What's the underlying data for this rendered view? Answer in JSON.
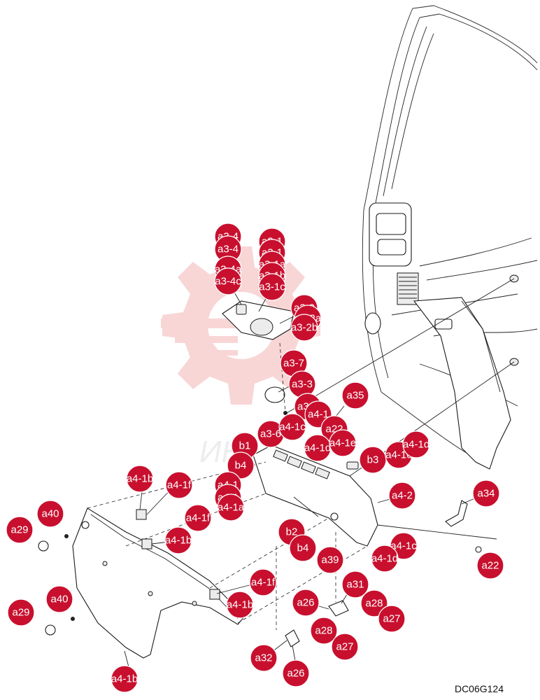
{
  "drawing_code": "DC06G124",
  "accent_color": "#c8102e",
  "watermark_color": "#f3b5b5",
  "callouts": [
    {
      "label": "a3-4"
    },
    {
      "label": "a3-4"
    },
    {
      "label": "a3-4a"
    },
    {
      "label": "a3-4b"
    },
    {
      "label": "a3-4c"
    },
    {
      "label": "a3-1"
    },
    {
      "label": "a3-1"
    },
    {
      "label": "a3-1a"
    },
    {
      "label": "a3-1b"
    },
    {
      "label": "a3-1c"
    },
    {
      "label": "a3-2"
    },
    {
      "label": "a3-2a"
    },
    {
      "label": "a3-2b"
    },
    {
      "label": "a3-7"
    },
    {
      "label": "a3-3"
    },
    {
      "label": "a3-5"
    },
    {
      "label": "a3-6"
    },
    {
      "label": "a35"
    },
    {
      "label": "a4-1"
    },
    {
      "label": "a4-1c"
    },
    {
      "label": "a22"
    },
    {
      "label": "a4-1d"
    },
    {
      "label": "a4-1e"
    },
    {
      "label": "b1"
    },
    {
      "label": "b4"
    },
    {
      "label": "b3"
    },
    {
      "label": "a4-1c"
    },
    {
      "label": "a4-1d"
    },
    {
      "label": "a4-1b"
    },
    {
      "label": "a4-1f"
    },
    {
      "label": "a4-1"
    },
    {
      "label": "a4-1"
    },
    {
      "label": "a4-1a"
    },
    {
      "label": "a4-2"
    },
    {
      "label": "a34"
    },
    {
      "label": "a40"
    },
    {
      "label": "a29"
    },
    {
      "label": "a4-1f"
    },
    {
      "label": "a4-1b"
    },
    {
      "label": "b2"
    },
    {
      "label": "b4"
    },
    {
      "label": "a39"
    },
    {
      "label": "a4-1c"
    },
    {
      "label": "a4-1d"
    },
    {
      "label": "a22"
    },
    {
      "label": "a4-1f"
    },
    {
      "label": "a40"
    },
    {
      "label": "a29"
    },
    {
      "label": "a31"
    },
    {
      "label": "a26"
    },
    {
      "label": "a28"
    },
    {
      "label": "a27"
    },
    {
      "label": "a4-1b"
    },
    {
      "label": "a28"
    },
    {
      "label": "a27"
    },
    {
      "label": "a32"
    },
    {
      "label": "a26"
    },
    {
      "label": "a4-1b"
    }
  ]
}
